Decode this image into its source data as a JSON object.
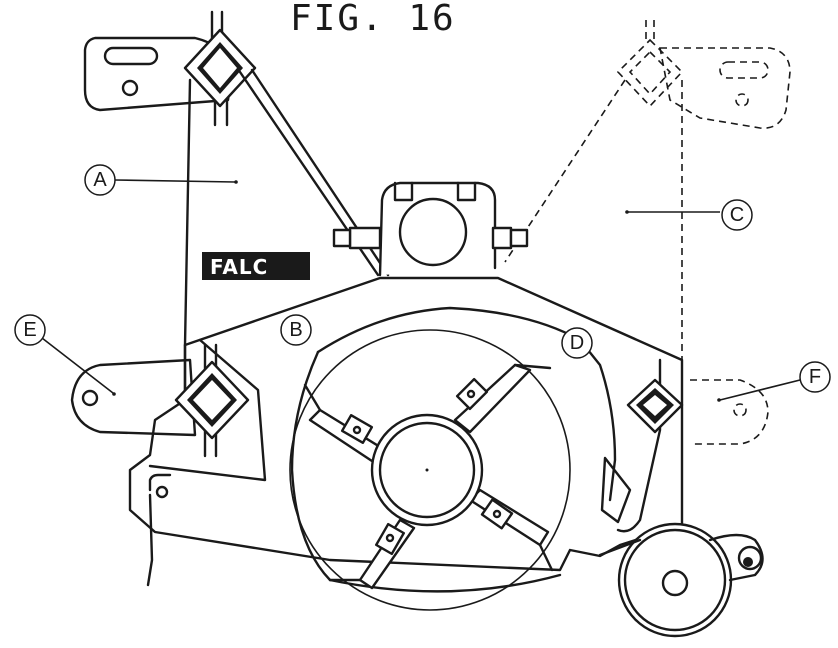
{
  "figure": {
    "title": "FIG. 16",
    "brand_logo": "FALC",
    "callouts": {
      "a": "A",
      "b": "B",
      "c": "C",
      "d": "D",
      "e": "E",
      "f": "F"
    }
  }
}
